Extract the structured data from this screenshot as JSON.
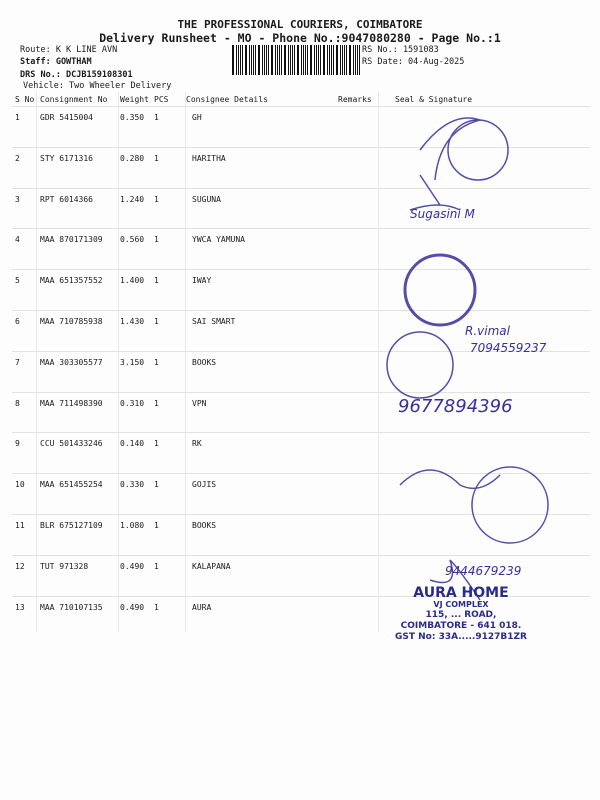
{
  "header": {
    "company": "THE PROFESSIONAL COURIERS, COIMBATORE",
    "subtitle": "Delivery Runsheet - MO - Phone No.:9047080280 - Page No.:1",
    "route": "Route: K K LINE AVN",
    "staff": "Staff: GOWTHAM",
    "drs": "DRS No.: DCJB159108301",
    "vehicle": "Vehicle: Two Wheeler Delivery",
    "rs_no": "RS No.: 1591083",
    "rs_date": "RS Date: 04-Aug-2025"
  },
  "columns": [
    "S No",
    "Consignment No",
    "Weight",
    "PCS",
    "Consignee Details",
    "Remarks",
    "Seal & Signature"
  ],
  "rows": [
    {
      "sno": "1",
      "cn": "GDR 5415004",
      "wt": "0.350",
      "pcs": "1",
      "name": "GH"
    },
    {
      "sno": "2",
      "cn": "STY 6171316",
      "wt": "0.280",
      "pcs": "1",
      "name": "HARITHA"
    },
    {
      "sno": "3",
      "cn": "RPT 6014366",
      "wt": "1.240",
      "pcs": "1",
      "name": "SUGUNA"
    },
    {
      "sno": "4",
      "cn": "MAA 870171309",
      "wt": "0.560",
      "pcs": "1",
      "name": "YWCA YAMUNA"
    },
    {
      "sno": "5",
      "cn": "MAA 651357552",
      "wt": "1.400",
      "pcs": "1",
      "name": "IWAY"
    },
    {
      "sno": "6",
      "cn": "MAA 710785938",
      "wt": "1.430",
      "pcs": "1",
      "name": "SAI SMART"
    },
    {
      "sno": "7",
      "cn": "MAA 303305577",
      "wt": "3.150",
      "pcs": "1",
      "name": "BOOKS"
    },
    {
      "sno": "8",
      "cn": "MAA 711498390",
      "wt": "0.310",
      "pcs": "1",
      "name": "VPN"
    },
    {
      "sno": "9",
      "cn": "CCU 501433246",
      "wt": "0.140",
      "pcs": "1",
      "name": "RK"
    },
    {
      "sno": "10",
      "cn": "MAA 651455254",
      "wt": "0.330",
      "pcs": "1",
      "name": "GOJIS"
    },
    {
      "sno": "11",
      "cn": "BLR 675127109",
      "wt": "1.080",
      "pcs": "1",
      "name": "BOOKS"
    },
    {
      "sno": "12",
      "cn": "TUT 971328",
      "wt": "0.490",
      "pcs": "1",
      "name": "KALAPANA"
    },
    {
      "sno": "13",
      "cn": "MAA 710107135",
      "wt": "0.490",
      "pcs": "1",
      "name": "AURA"
    }
  ],
  "handwriting": [
    "Sugasini M",
    "R.vimal",
    "7094559237",
    "9677894396",
    "9444679239"
  ],
  "aura_stamp": {
    "l1": "AURA HOME",
    "l2": "VJ COMPLEX",
    "l3": "115, ... ROAD,",
    "l4": "COIMBATORE - 641 018.",
    "l5": "GST No: 33A.....9127B1ZR"
  },
  "ink_color": "#3a2f9a"
}
